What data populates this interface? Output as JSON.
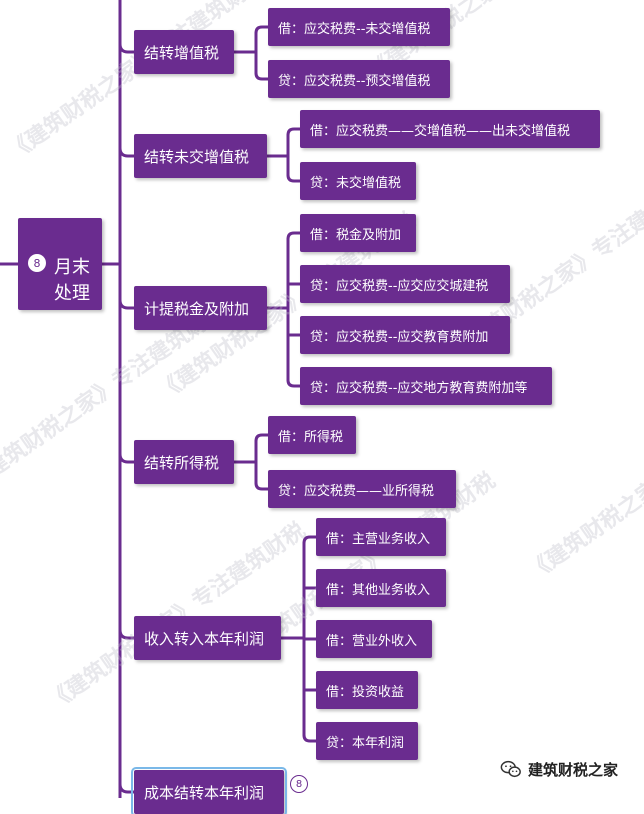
{
  "root": {
    "badge": "8",
    "line1": "月末",
    "line2": "处理"
  },
  "branches": [
    {
      "label": "结转增值税",
      "children": [
        "借：应交税费--未交增值税",
        "贷：应交税费--预交增值税"
      ]
    },
    {
      "label": "结转未交增值税",
      "children": [
        "借：应交税费——交增值税——出未交增值税",
        "贷：未交增值税"
      ]
    },
    {
      "label": "计提税金及附加",
      "children": [
        "借：税金及附加",
        "贷：应交税费--应交应交城建税",
        "贷：应交税费--应交教育费附加",
        "贷：应交税费--应交地方教育费附加等"
      ]
    },
    {
      "label": "结转所得税",
      "children": [
        "借：所得税",
        "贷：应交税费——业所得税"
      ]
    },
    {
      "label": "收入转入本年利润",
      "children": [
        "借：主营业务收入",
        "借：其他业务收入",
        "借：营业外收入",
        "借：投资收益",
        "贷：本年利润"
      ]
    },
    {
      "label": "成本结转本年利润",
      "badge": "8",
      "children": []
    }
  ],
  "watermark": {
    "text": "《建筑财税之家》专注建筑财税"
  },
  "brand": {
    "name": "建筑财税之家",
    "icon": "wechat-icon"
  },
  "colors": {
    "node": "#6a2c8f",
    "line": "#6a2c8f",
    "selection": "#7ab8e8"
  }
}
